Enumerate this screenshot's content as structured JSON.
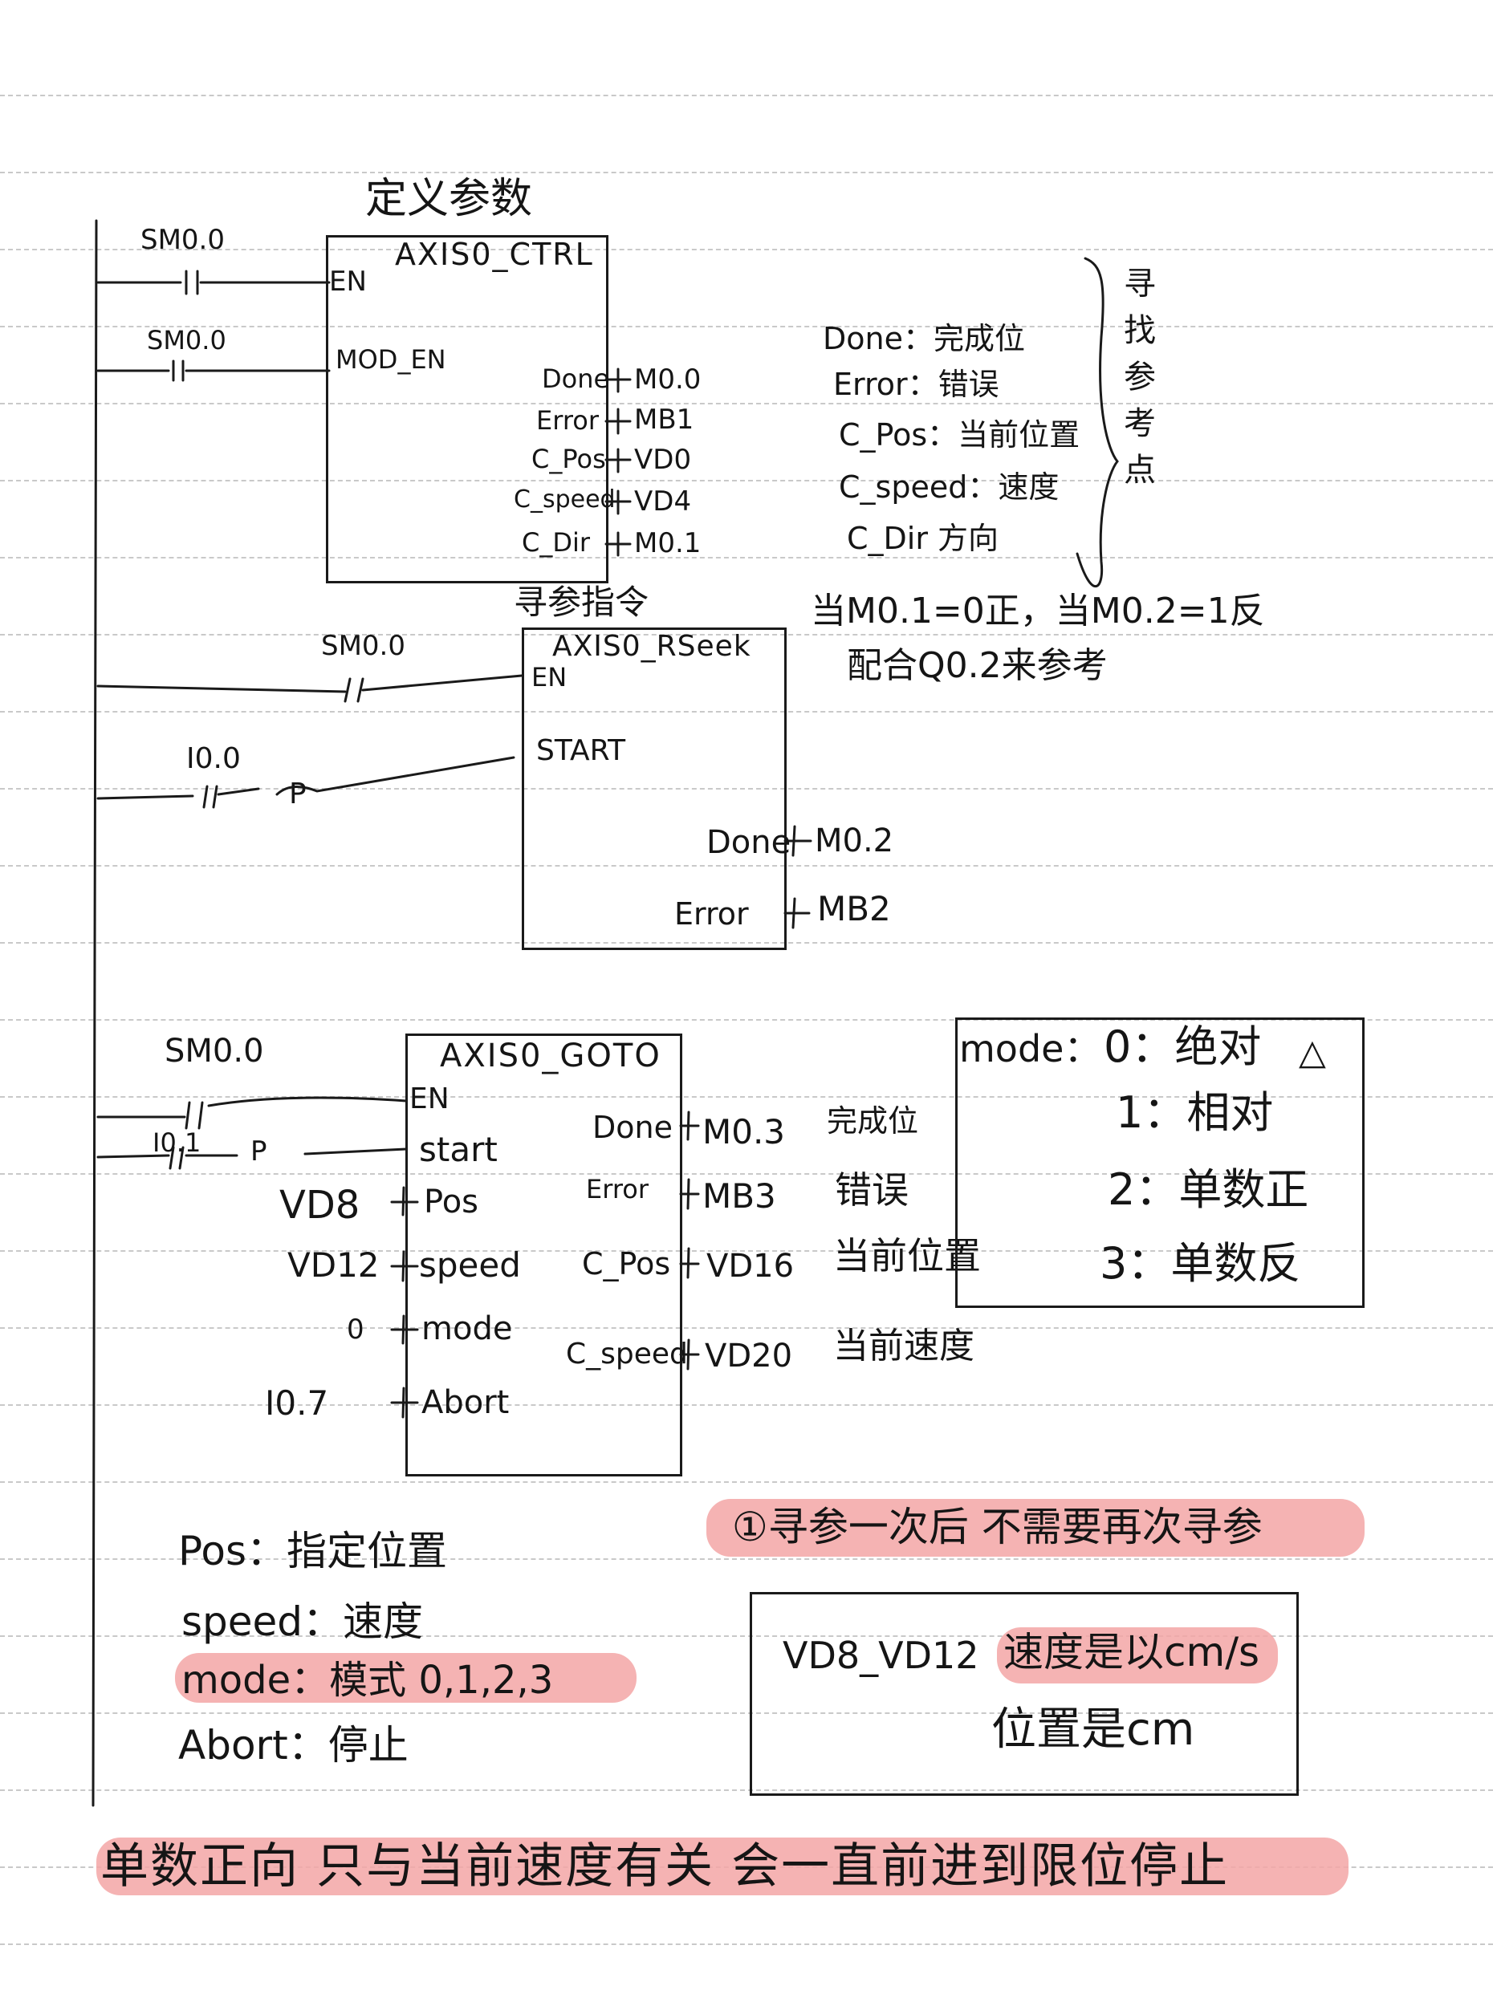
{
  "ctrl": {
    "header": "定义参数",
    "name": "AXIS0_CTRL",
    "in_en_contact": "SM0.0",
    "in_en_pin": "EN",
    "in_mod_contact": "SM0.0",
    "in_mod_pin": "MOD_EN",
    "outputs": [
      {
        "pin": "Done",
        "addr": "M0.0"
      },
      {
        "pin": "Error",
        "addr": "MB1"
      },
      {
        "pin": "C_Pos",
        "addr": "VD0"
      },
      {
        "pin": "C_speed",
        "addr": "VD4"
      },
      {
        "pin": "C_Dir",
        "addr": "M0.1"
      }
    ],
    "notes": [
      "Done：完成位",
      "Error：错误",
      "C_Pos：当前位置",
      "C_speed：速度",
      "C_Dir 方向"
    ],
    "brace_note": "寻找参考点",
    "dir_note_1": "当M0.1=0正，当M0.2=1反",
    "dir_note_2": "配合Q0.2来参考"
  },
  "rseek": {
    "header": "寻参指令",
    "name": "AXIS0_RSeek",
    "en_contact": "SM0.0",
    "en_pin": "EN",
    "start_contact": "I0.0",
    "start_edge": "P",
    "start_pin": "START",
    "outputs": [
      {
        "pin": "Done",
        "addr": "M0.2"
      },
      {
        "pin": "Error",
        "addr": "MB2"
      }
    ]
  },
  "goto": {
    "name": "AXIS0_GOTO",
    "en_contact": "SM0.0",
    "en_pin": "EN",
    "start_contact": "I0.1",
    "start_edge": "P",
    "start_pin": "start",
    "inputs": [
      {
        "value": "VD8",
        "pin": "Pos"
      },
      {
        "value": "VD12",
        "pin": "speed"
      },
      {
        "value": "0",
        "pin": "mode"
      },
      {
        "value": "I0.7",
        "pin": "Abort"
      }
    ],
    "outputs": [
      {
        "pin": "Done",
        "addr": "M0.3",
        "note": "完成位"
      },
      {
        "pin": "Error",
        "addr": "MB3",
        "note": "错误"
      },
      {
        "pin": "C_Pos",
        "addr": "VD16",
        "note": "当前位置"
      },
      {
        "pin": "C_speed",
        "addr": "VD20",
        "note": "当前速度"
      }
    ]
  },
  "mode_box": {
    "label": "mode：",
    "items": [
      "0：绝对",
      "1：相对",
      "2：单数正",
      "3：单数反"
    ],
    "mark": "△"
  },
  "param_notes": [
    "Pos：指定位置",
    "speed：速度",
    "mode：模式  0,1,2,3",
    "Abort：停止"
  ],
  "highlight_note": "①寻参一次后 不需要再次寻参",
  "units_box": {
    "vars": "VD8_VD12",
    "speed": "速度是以cm/s",
    "pos": "位置是cm"
  },
  "bottom_note": "单数正向 只与当前速度有关 会一直前进到限位停止",
  "colors": {
    "ink": "#151515",
    "highlight": "#f3a6a6",
    "rule": "#c9c9c9"
  }
}
